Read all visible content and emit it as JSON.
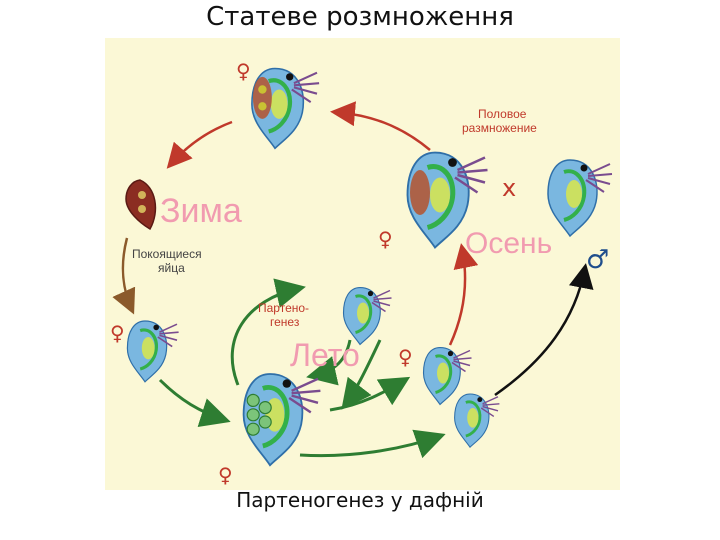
{
  "title": "Статеве розмноження",
  "caption": "Партеногенез у дафній",
  "seasons": {
    "winter": "Зима",
    "autumn": "Осень",
    "summer": "Лето"
  },
  "labels": {
    "sexual": [
      "Половое",
      "размножение"
    ],
    "resting_eggs": [
      "Покоящиеся",
      "яйца"
    ],
    "parthenogenesis": [
      "Партено-",
      "генез"
    ]
  },
  "symbols": {
    "female": "♀",
    "male": "♂",
    "cross": "x"
  },
  "colors": {
    "panel": "#fbf8d6",
    "red_arrow": "#c0392b",
    "green_arrow": "#2e7d32",
    "brown_arrow": "#8b5a2b",
    "black_arrow": "#111111",
    "season_text": "#f19bb0"
  }
}
